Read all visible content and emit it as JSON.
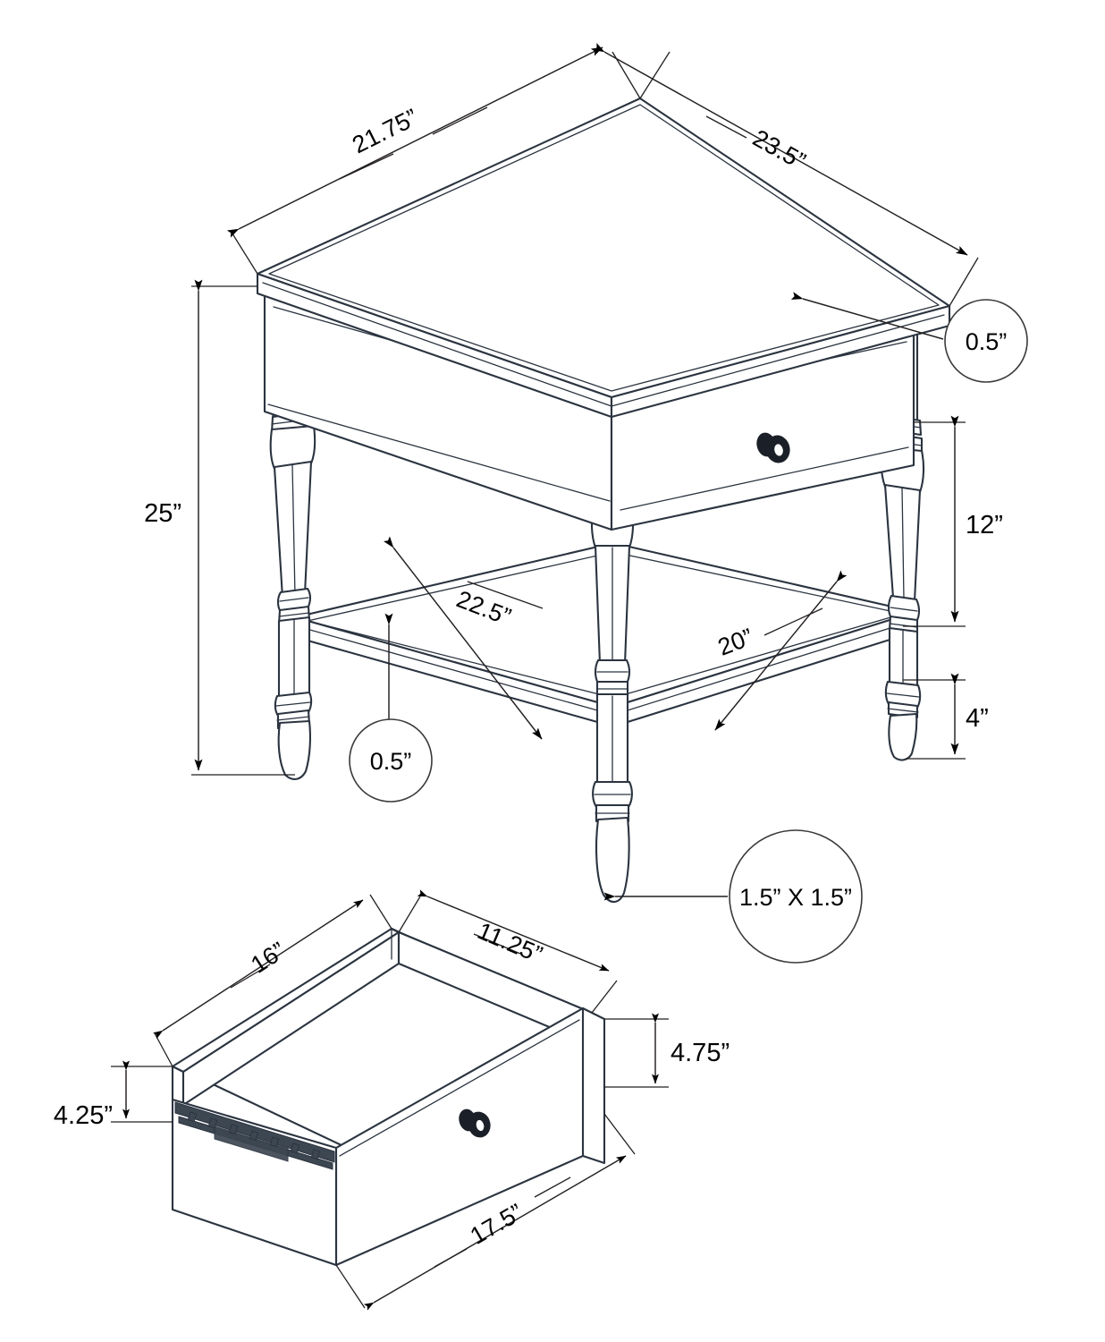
{
  "drawing": {
    "title": "End Table Dimensioned Isometric Drawing",
    "units": "inches",
    "line_color": "#2b3440",
    "dimension_color": "#231f20",
    "background": "#ffffff"
  },
  "table_view": {
    "name": "end-table-isometric",
    "dimensions": {
      "top_left_edge": "21.75”",
      "top_right_edge": "23.5”",
      "overall_height": "25”",
      "top_to_shelf": "12”",
      "shelf_to_floor": "4”",
      "shelf_left_edge": "22.5”",
      "shelf_right_edge": "20”",
      "top_thickness_callout": "0.5”",
      "shelf_thickness_callout": "0.5”",
      "leg_section_callout": "1.5” X 1.5”"
    }
  },
  "drawer_view": {
    "name": "drawer-detail-isometric",
    "dimensions": {
      "side_depth": "16”",
      "interior_width": "11.25”",
      "box_height": "4.25”",
      "front_height": "4.75”",
      "front_width": "17.5”"
    }
  },
  "hardware": {
    "knob_table": "drawer-knob",
    "knob_drawer": "drawer-knob",
    "slide": "drawer-slide-rail"
  }
}
